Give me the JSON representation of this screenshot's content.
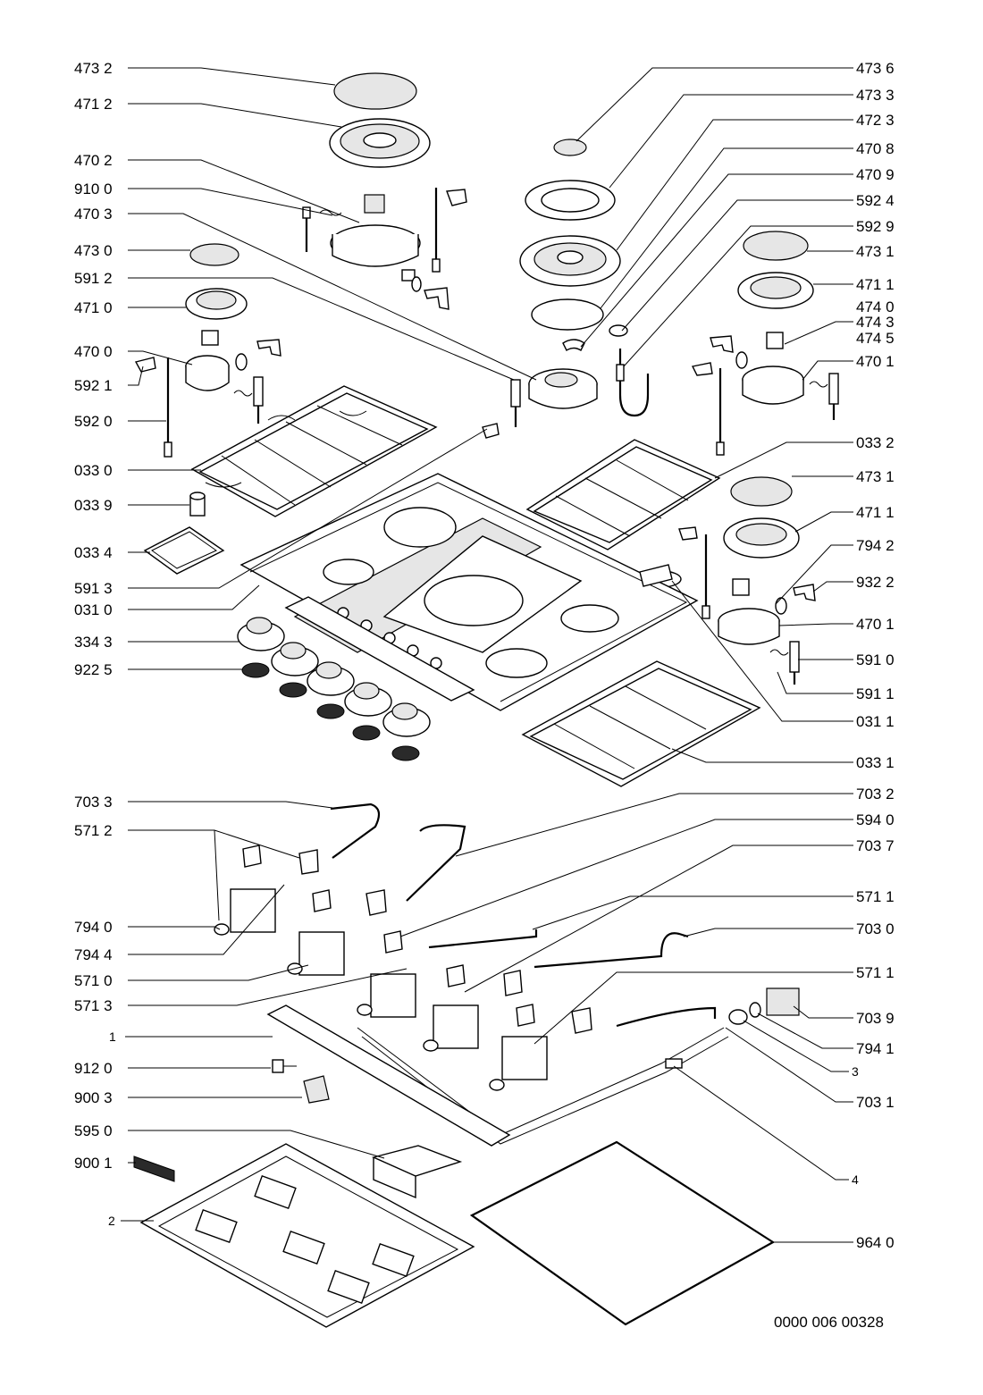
{
  "drawing_number": "0000 006 00328",
  "labels_left": [
    "473 2",
    "471 2",
    "470 2",
    "910 0",
    "470 3",
    "473  0",
    "591 2",
    "471 0",
    "470 0",
    "592 1",
    "592 0",
    "033 0",
    "033 9",
    "033 4",
    "591 3",
    "031 0",
    "334 3",
    "922 5",
    "703 3",
    "571 2",
    "794 0",
    "794 4",
    "571 0",
    "571 3",
    "1",
    "912 0",
    "900 3",
    "595 0",
    "900 1",
    "2"
  ],
  "labels_right": [
    "473 6",
    "473 3",
    "472 3",
    "470 8",
    "470 9",
    "592 4",
    "592 9",
    "473 1",
    "471 1",
    "474 0",
    "474 3",
    "474 5",
    "470 1",
    "033 2",
    "473 1",
    "471 1",
    "794 2",
    "932 2",
    "470 1",
    "591 0",
    "591 1",
    "031 1",
    "033 1",
    "703 2",
    "594 0",
    "703 7",
    "571 1",
    "703 0",
    "571 1",
    "703 9",
    "794 1",
    "3",
    "703 1",
    "4",
    "964 0"
  ]
}
